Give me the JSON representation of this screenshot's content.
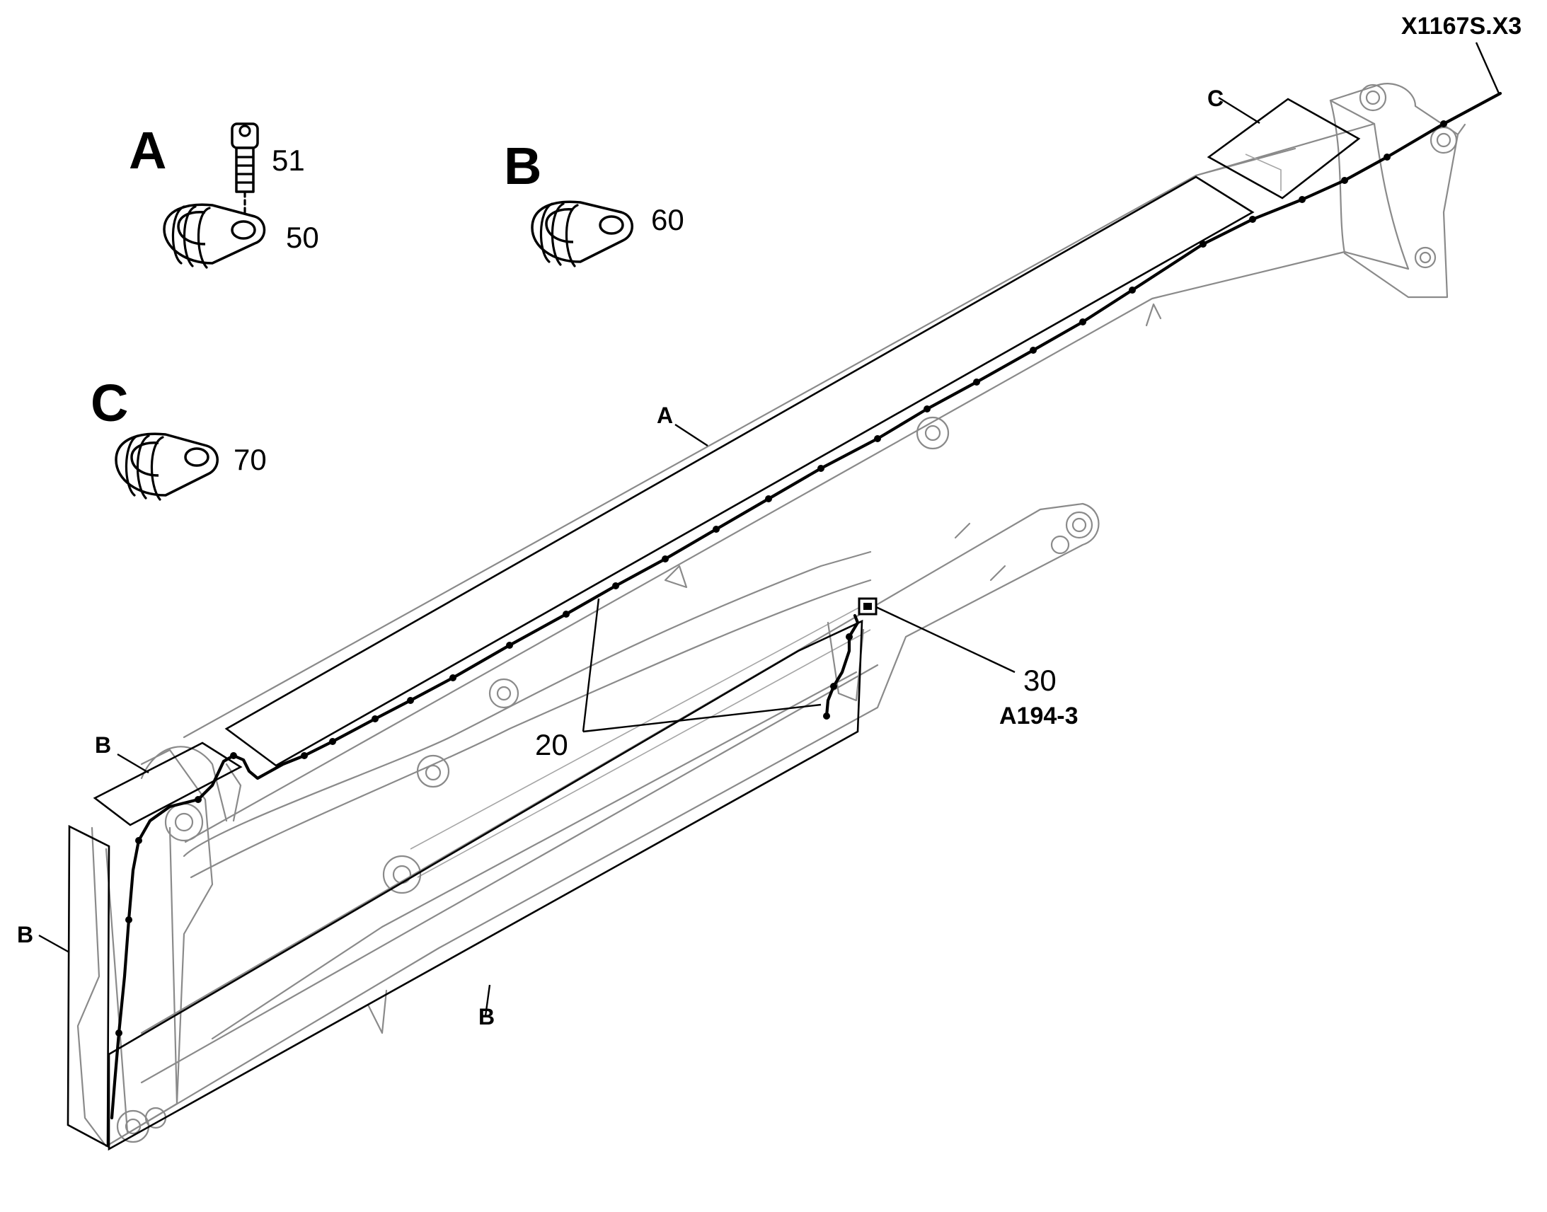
{
  "detail_views": {
    "a": {
      "title": "A",
      "screw_number": "51",
      "clip_number": "50"
    },
    "b": {
      "title": "B",
      "clip_number": "60"
    },
    "c": {
      "title": "C",
      "clip_number": "70"
    }
  },
  "callouts": {
    "connector_x": "X1167S.X3",
    "harness_number": "20",
    "connector_number": "30",
    "connector_code": "A194-3",
    "frame_c": "C",
    "frame_a": "A",
    "frame_b_top": "B",
    "frame_b_left": "B",
    "frame_b_bottom": "B"
  }
}
